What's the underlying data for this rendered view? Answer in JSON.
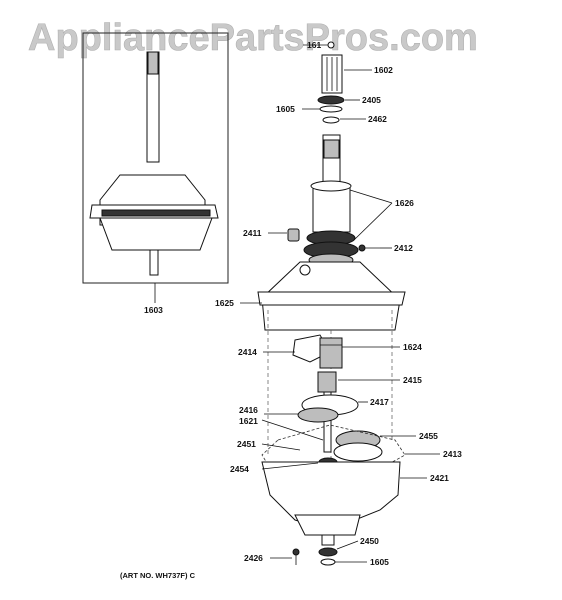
{
  "watermark": "AppliancePartsPros.com",
  "art_number": "(ART NO. WH737F) C",
  "inset_label": "1603",
  "callouts": {
    "c161": "161",
    "c1602": "1602",
    "c2405": "2405",
    "c1605_top": "1605",
    "c2462": "2462",
    "c1626": "1626",
    "c2411": "2411",
    "c2412": "2412",
    "c1625": "1625",
    "c2414": "2414",
    "c1624": "1624",
    "c2415": "2415",
    "c2417": "2417",
    "c2416": "2416",
    "c1621": "1621",
    "c2455": "2455",
    "c2451": "2451",
    "c2413": "2413",
    "c2454": "2454",
    "c2421": "2421",
    "c2450": "2450",
    "c2426": "2426",
    "c1605_bottom": "1605"
  }
}
